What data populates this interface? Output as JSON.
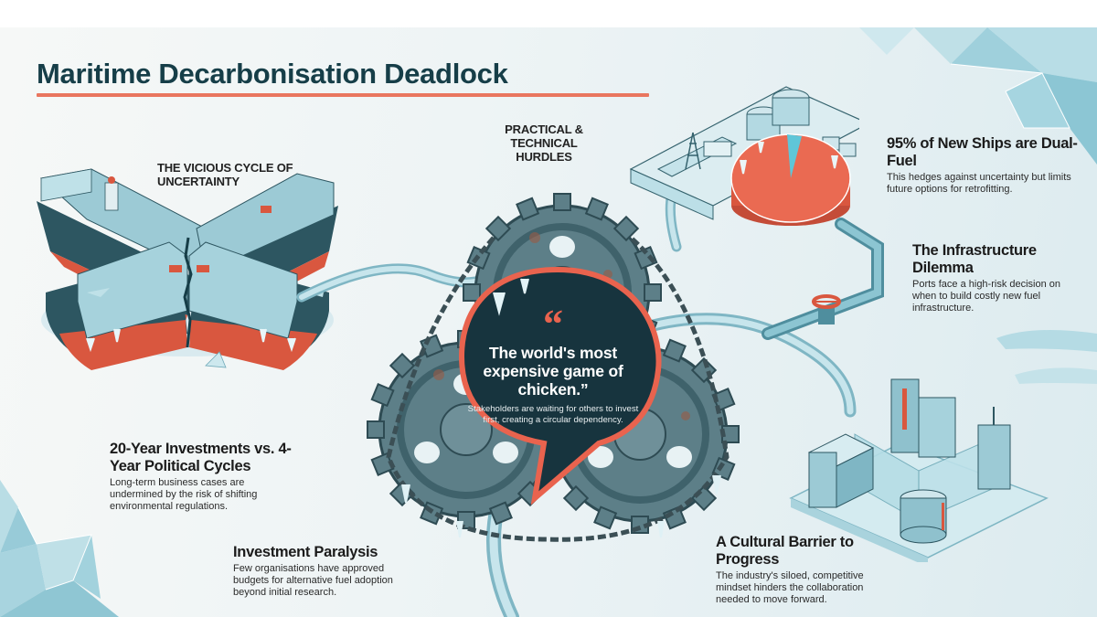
{
  "title": "Maritime Decarbonisation Deadlock",
  "colors": {
    "title": "#163e48",
    "accent_red": "#e9634e",
    "bubble_fill": "#17343e",
    "ice": "#a9d6e0",
    "steel": "#5d7f88"
  },
  "sections": {
    "vicious_cycle": "THE VICIOUS CYCLE OF UNCERTAINTY",
    "practical_hurdles": "PRACTICAL & TECHNICAL HURDLES"
  },
  "quote": {
    "mark": "“",
    "text": "The world's most expensive game of chicken.”",
    "subtext": "Stakeholders are waiting for others to invest first, creating a circular dependency."
  },
  "callouts": [
    {
      "id": "dual-fuel",
      "heading": "95% of New Ships are Dual-Fuel",
      "body": "This hedges against uncertainty but limits future options for retrofitting."
    },
    {
      "id": "infrastructure",
      "heading": "The Infrastructure Dilemma",
      "body": "Ports face a high-risk decision on when to build costly new fuel infrastructure."
    },
    {
      "id": "investments-vs-politics",
      "heading": "20-Year Investments vs. 4-Year Political Cycles",
      "body": "Long-term business cases are undermined by the risk of shifting environmental regulations."
    },
    {
      "id": "paralysis",
      "heading": "Investment Paralysis",
      "body": "Few organisations have approved budgets for alternative fuel adoption beyond initial research."
    },
    {
      "id": "cultural",
      "heading": "A Cultural Barrier to Progress",
      "body": "The industry's siloed, competitive mindset hinders the collaboration needed to move forward."
    }
  ],
  "pie": {
    "dual_fuel_percent": 95,
    "other_percent": 5
  },
  "illustrations": [
    "cracked-container-ships",
    "frozen-rusty-gears-with-chain",
    "fuel-terminal-with-pie-tank",
    "pipeline-with-valve",
    "ice-walled-city-blocks"
  ]
}
